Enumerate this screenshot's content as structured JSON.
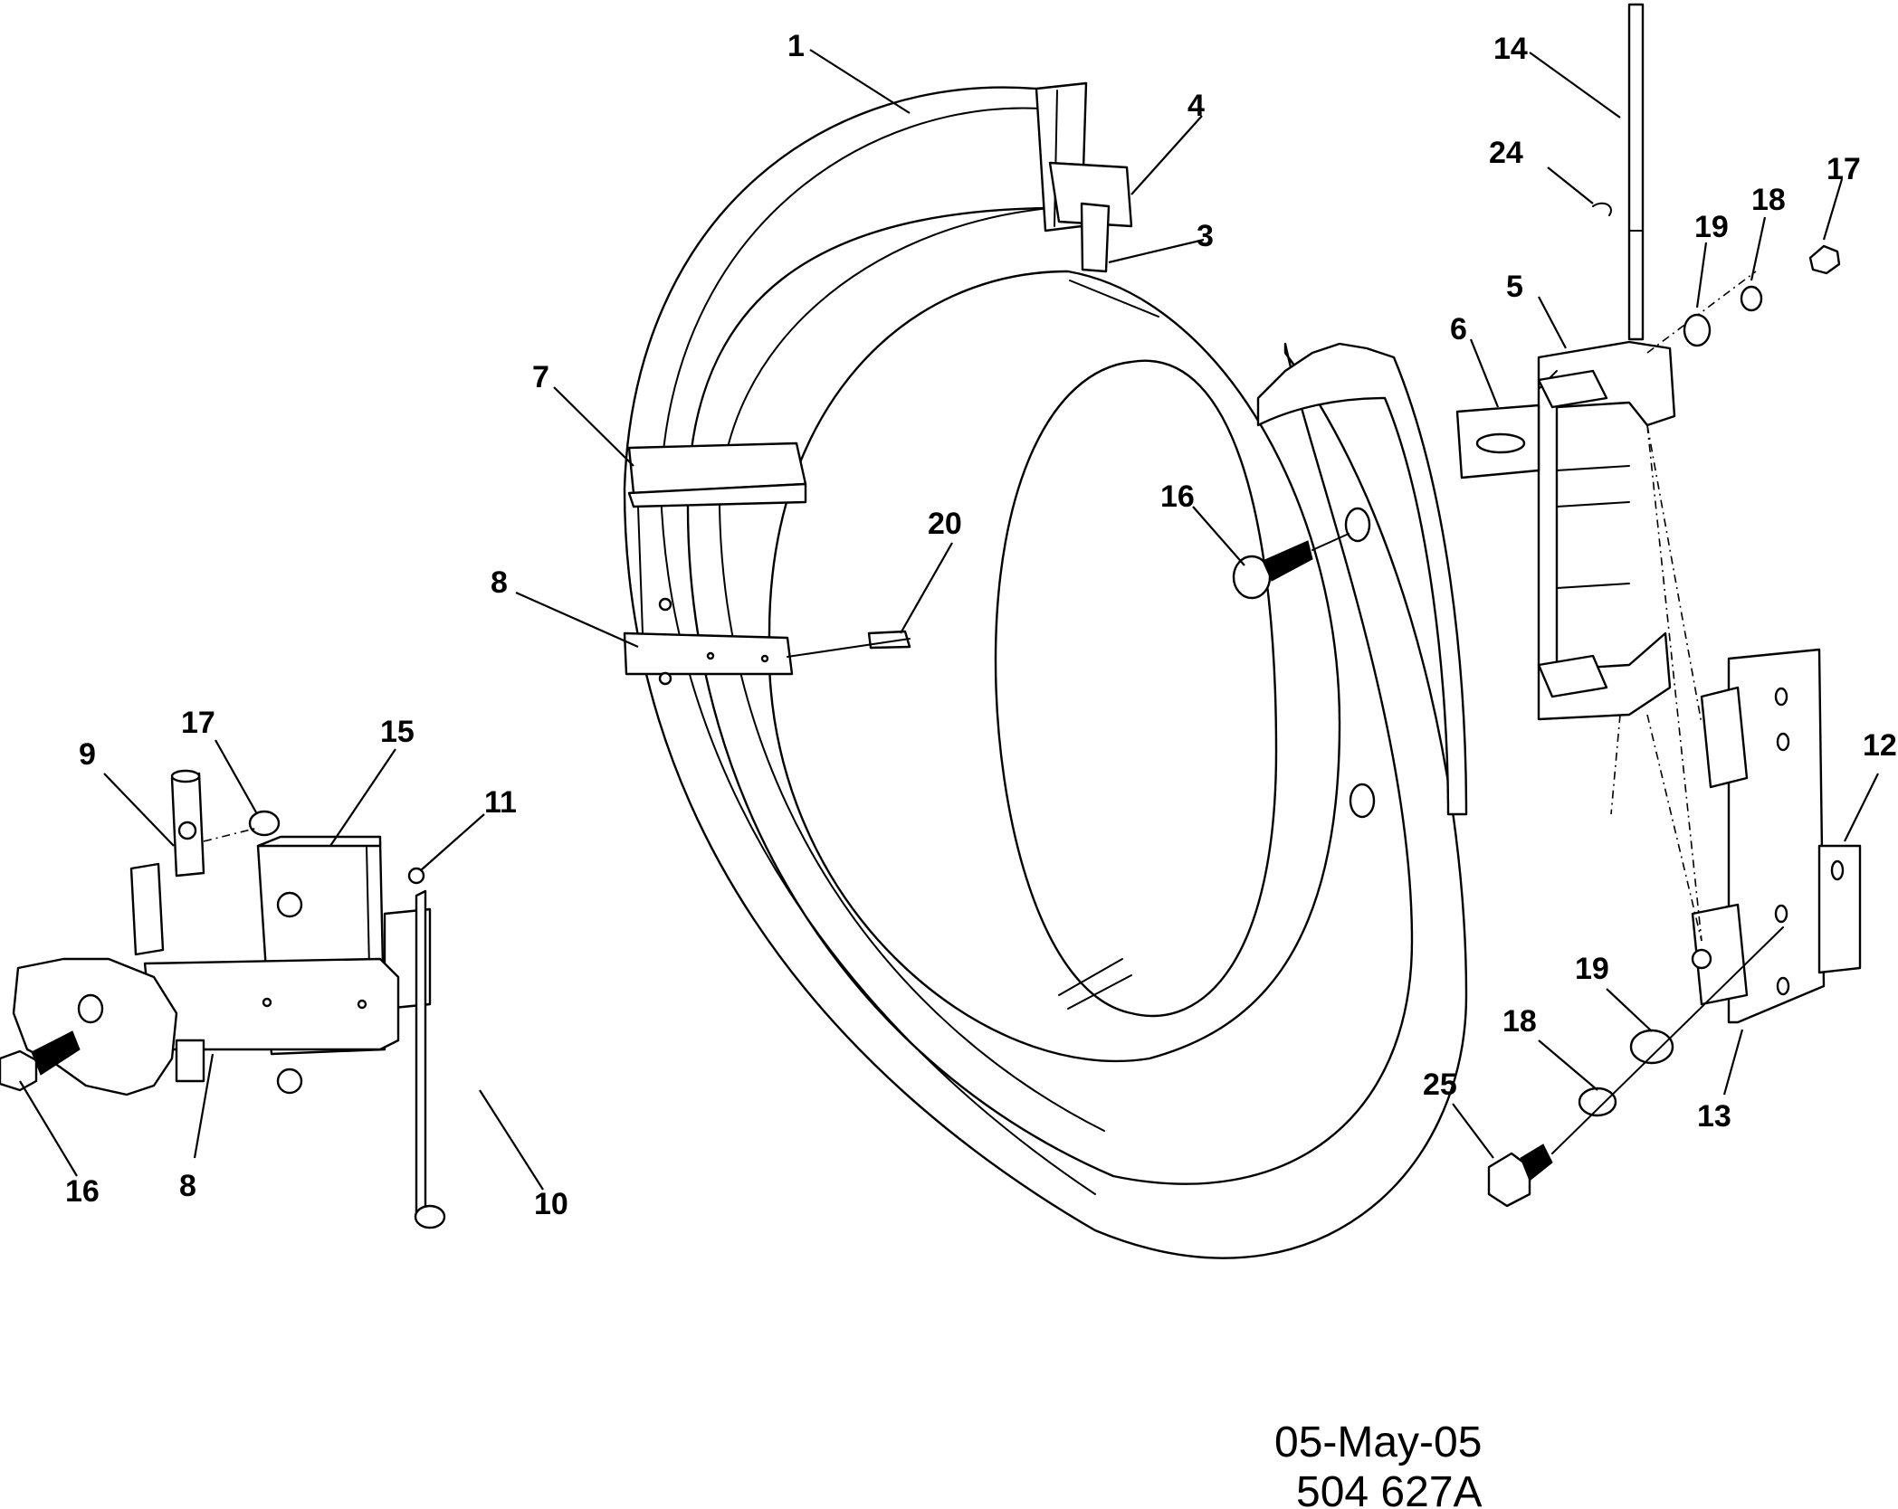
{
  "diagram": {
    "callouts": {
      "p1": "1",
      "p3": "3",
      "p4": "4",
      "p5": "5",
      "p6": "6",
      "p7": "7",
      "p8a": "8",
      "p8b": "8",
      "p9": "9",
      "p10": "10",
      "p11": "11",
      "p12": "12",
      "p13": "13",
      "p14": "14",
      "p15": "15",
      "p16a": "16",
      "p16b": "16",
      "p17a": "17",
      "p17b": "17",
      "p18a": "18",
      "p18b": "18",
      "p19a": "19",
      "p19b": "19",
      "p20": "20",
      "p24": "24",
      "p25": "25"
    },
    "footer": {
      "date": "05-May-05",
      "drawing_number": "504 627A"
    }
  }
}
